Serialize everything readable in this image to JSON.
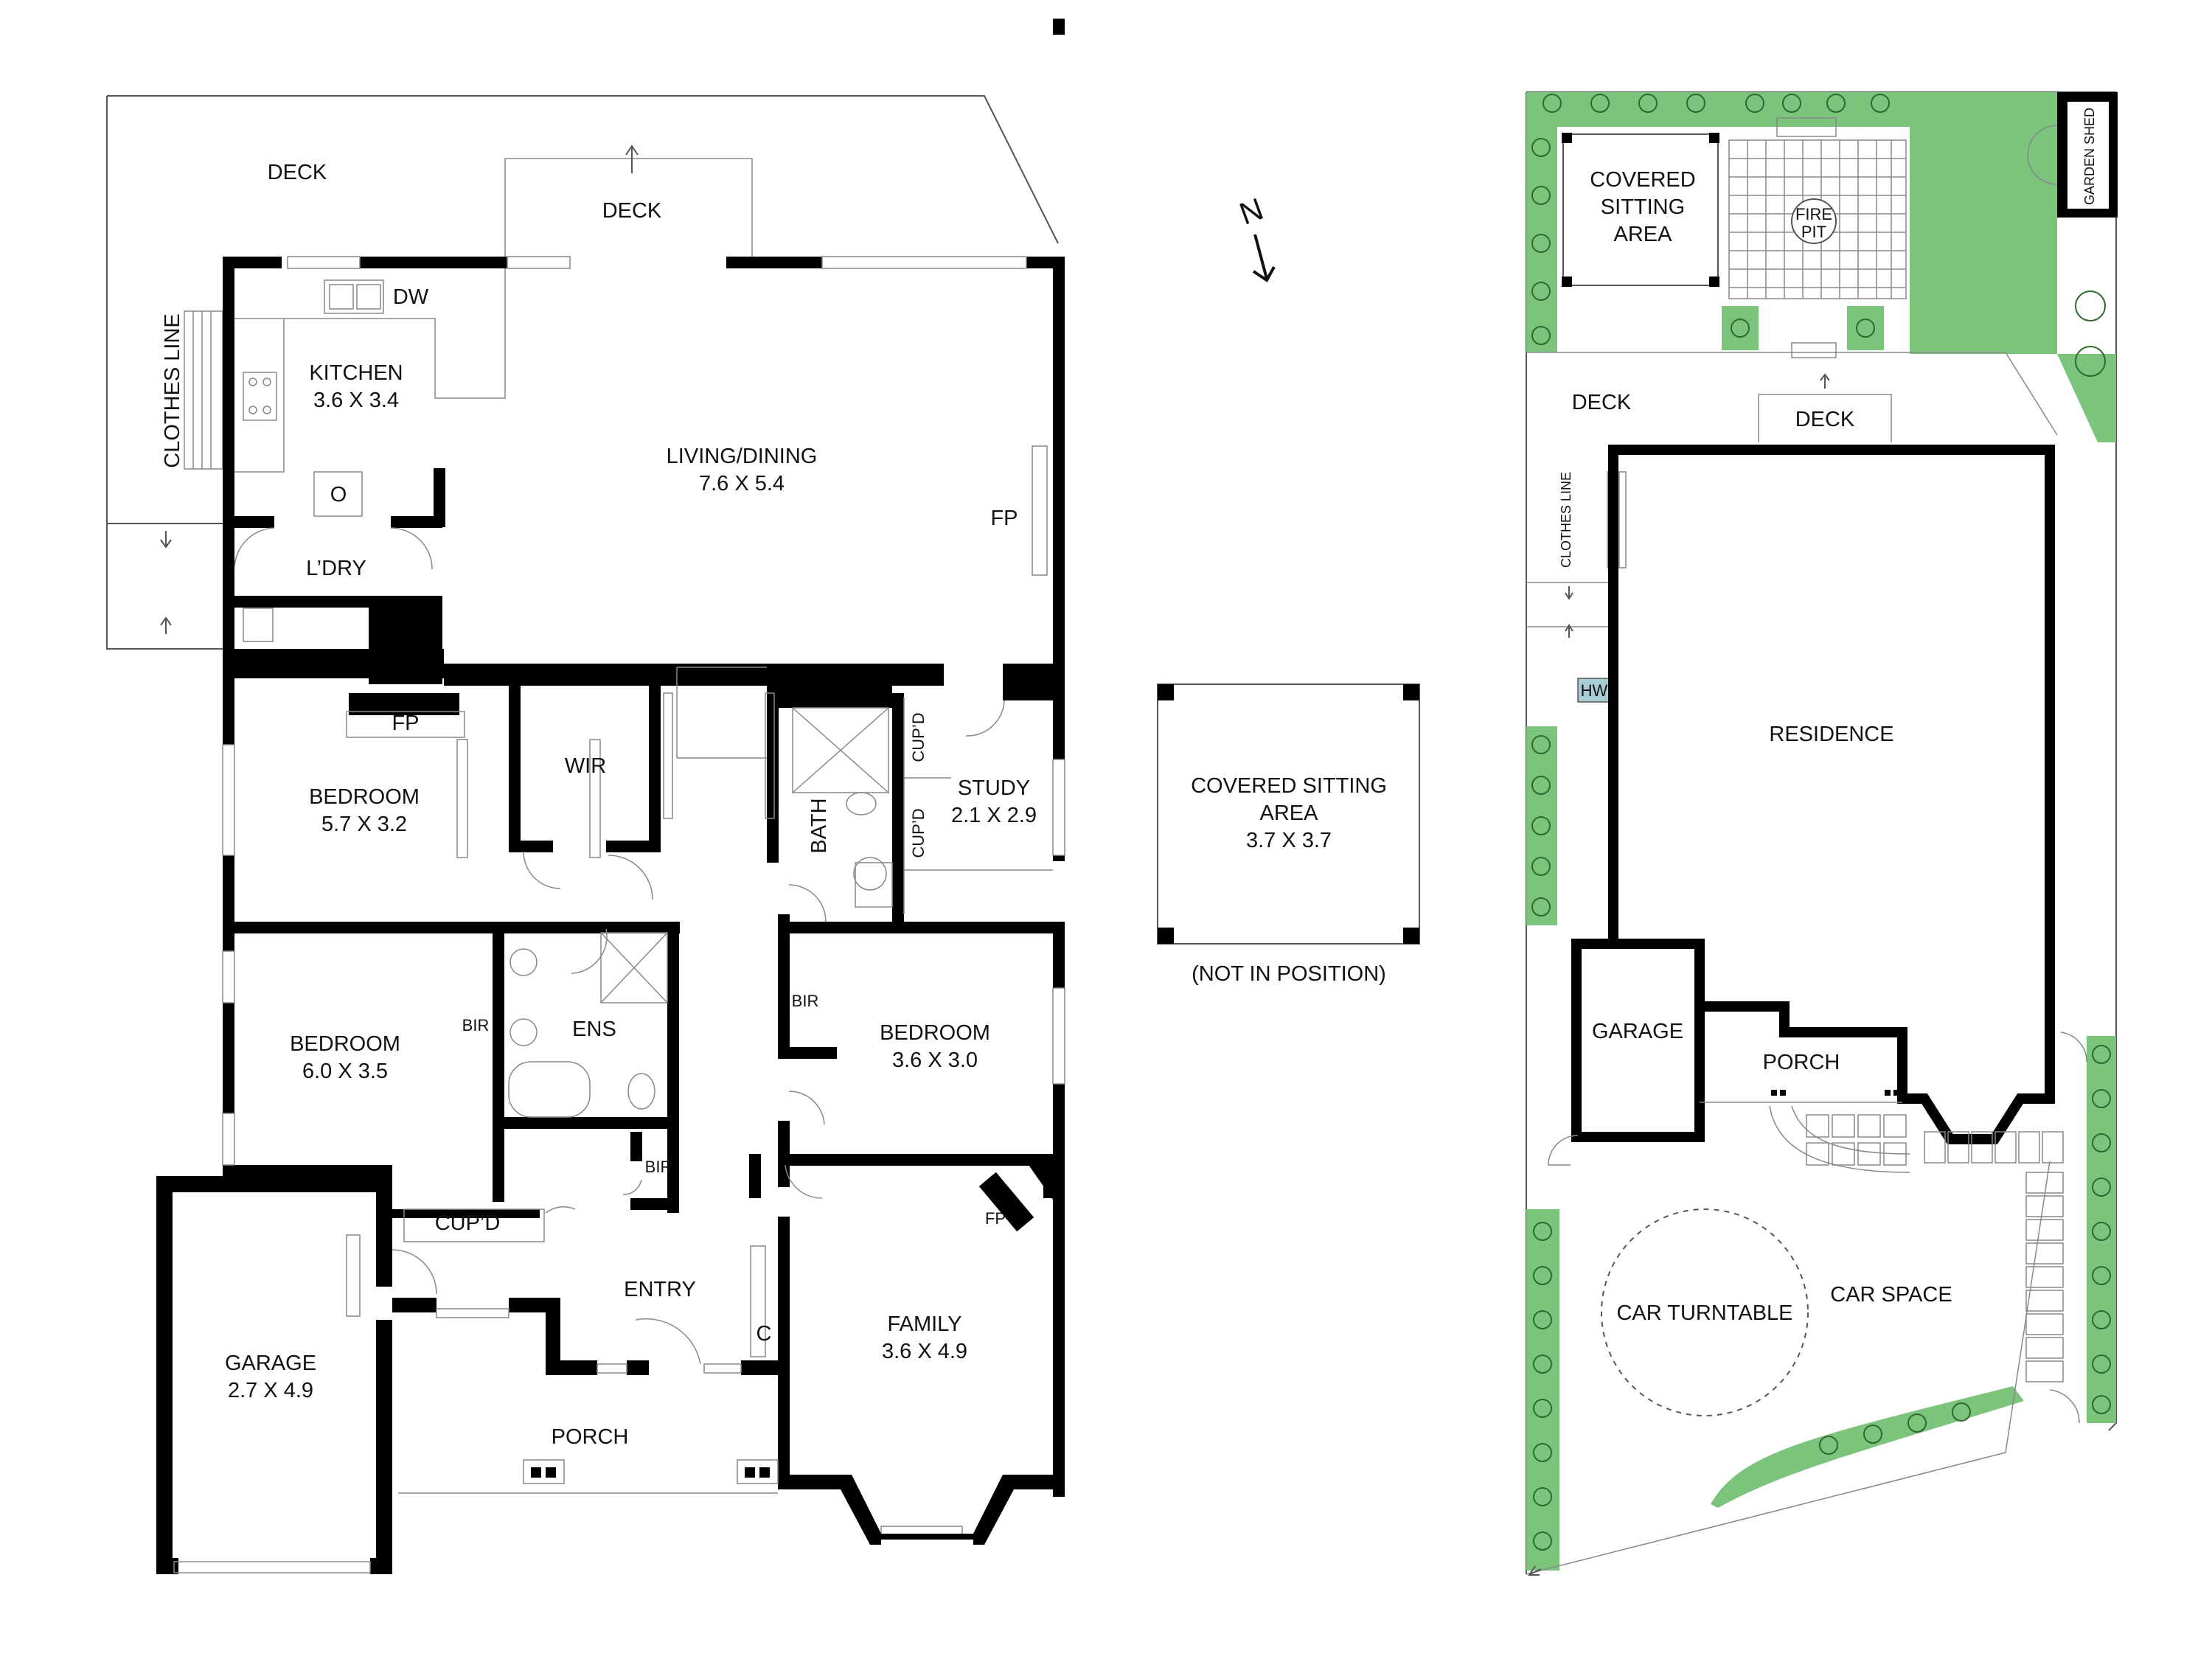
{
  "floor_plan": {
    "compass": "N",
    "rooms": {
      "deck_outer": "DECK",
      "deck_center": "DECK",
      "kitchen": {
        "name": "KITCHEN",
        "size": "3.6 X 3.4"
      },
      "dw": "DW",
      "oven": "O",
      "clothes_line": "CLOTHES LINE",
      "living": {
        "name": "LIVING/DINING",
        "size": "7.6 X 5.4"
      },
      "fp_living": "FP",
      "laundry": "L’DRY",
      "fp_bed1": "FP",
      "bedroom1": {
        "name": "BEDROOM",
        "size": "5.7 X 3.2"
      },
      "wir": "WIR",
      "bath": "BATH",
      "cupd1": "CUP’D",
      "cupd2": "CUP’D",
      "study": {
        "name": "STUDY",
        "size": "2.1 X 2.9"
      },
      "bedroom2": {
        "name": "BEDROOM",
        "size": "6.0 X 3.5"
      },
      "bir_bed2": "BIR",
      "ens": "ENS",
      "bir_bed3": "BIR",
      "bedroom3": {
        "name": "BEDROOM",
        "size": "3.6 X 3.0"
      },
      "bir_hall": "BIR",
      "cupd_hall": "CUP’D",
      "entry": "ENTRY",
      "c": "C",
      "fp_family": "FP",
      "family": {
        "name": "FAMILY",
        "size": "3.6 X 4.9"
      },
      "garage": {
        "name": "GARAGE",
        "size": "2.7 X 4.9"
      },
      "porch": "PORCH"
    },
    "covered_area": {
      "line1": "COVERED SITTING",
      "line2": "AREA",
      "size": "3.7 X 3.7",
      "note": "(NOT IN POSITION)"
    }
  },
  "site_plan": {
    "covered": {
      "line1": "COVERED",
      "line2": "SITTING",
      "line3": "AREA"
    },
    "fire_pit": {
      "line1": "FIRE",
      "line2": "PIT"
    },
    "garden_shed": "GARDEN SHED",
    "deck_left": "DECK",
    "deck_center": "DECK",
    "clothes_line": "CLOTHES LINE",
    "hw": "HW",
    "residence": "RESIDENCE",
    "garage": "GARAGE",
    "porch": "PORCH",
    "car_turntable": "CAR TURNTABLE",
    "car_space": "CAR SPACE"
  }
}
